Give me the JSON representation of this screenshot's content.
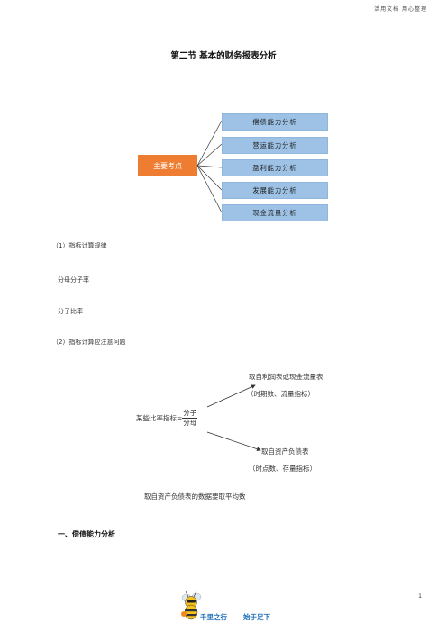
{
  "header": {
    "note": "活用文档   用心整理"
  },
  "title": "第二节   基本的财务报表分析",
  "mindmap": {
    "root": "主要考点",
    "branches": [
      "偿债能力分析",
      "营运能力分析",
      "盈利能力分析",
      "发展能力分析",
      "现金流量分析"
    ],
    "colors": {
      "root": "#ee7d31",
      "branch": "#9dc2e6"
    }
  },
  "lines": {
    "l1": "（1）指标计算规律",
    "l2": "分母分子率",
    "l3": "分子比率",
    "l4": "（2）指标计算应注意问题"
  },
  "formula": {
    "prefix": "某些比率指标=",
    "numerator": "分子",
    "denominator": "分母",
    "upper_1": "取自利润表或现金流量表",
    "upper_2": "（时期数、流量指标）",
    "lower_1": "取自资产负债表",
    "lower_2": "（时点数、存量指标）",
    "note": "取自资产负债表的数据要取平均数"
  },
  "section_heading": "一、偿债能力分析",
  "page_number": "1",
  "footer": {
    "left": "千里之行",
    "right": "始于足下",
    "mascot_icon": "bee-mascot-icon"
  }
}
